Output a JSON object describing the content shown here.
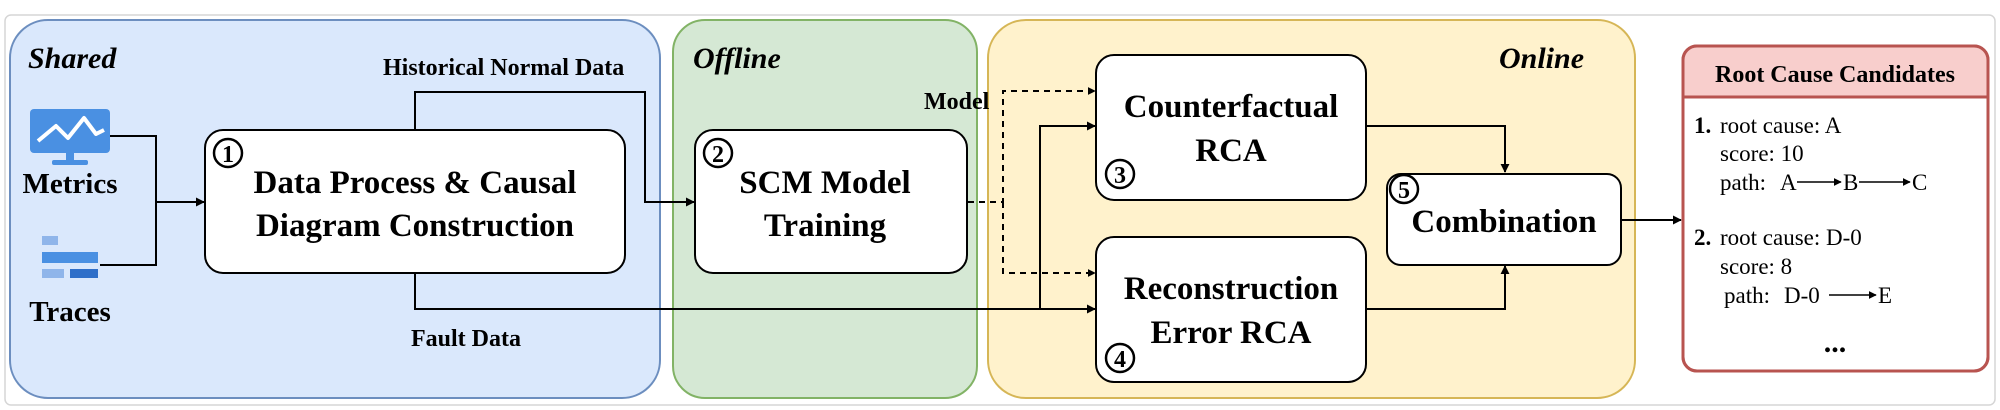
{
  "sections": {
    "shared": "Shared",
    "offline": "Offline",
    "online": "Online"
  },
  "inputs": {
    "metrics": "Metrics",
    "traces": "Traces"
  },
  "edges": {
    "historical": "Historical Normal Data",
    "fault": "Fault Data",
    "model": "Model"
  },
  "steps": {
    "s1": {
      "num": "1",
      "line1": "Data Process & Causal",
      "line2": "Diagram Construction"
    },
    "s2": {
      "num": "2",
      "line1": "SCM Model",
      "line2": "Training"
    },
    "s3": {
      "num": "3",
      "line1": "Counterfactual",
      "line2": "RCA"
    },
    "s4": {
      "num": "4",
      "line1": "Reconstruction",
      "line2": "Error RCA"
    },
    "s5": {
      "num": "5",
      "line1": "Combination"
    }
  },
  "results": {
    "title": "Root Cause Candidates",
    "items": [
      {
        "idx": "1.",
        "cause": "root cause: A",
        "score": "score: 10",
        "path_label": "path:",
        "path_nodes": [
          "A",
          "B",
          "C"
        ]
      },
      {
        "idx": "2.",
        "cause": "root cause: D-0",
        "score": "score: 8",
        "path_label": "path:",
        "path_nodes": [
          "D-0",
          "E"
        ]
      }
    ],
    "more": "..."
  },
  "colors": {
    "shared_fill": "#dae8fc",
    "shared_stroke": "#6c8ebf",
    "offline_fill": "#d5e8d4",
    "offline_stroke": "#82b366",
    "online_fill": "#fff2cc",
    "online_stroke": "#d6b656",
    "results_fill": "#f8cecc",
    "results_stroke": "#b85450",
    "icon_blue": "#4a90e2"
  }
}
